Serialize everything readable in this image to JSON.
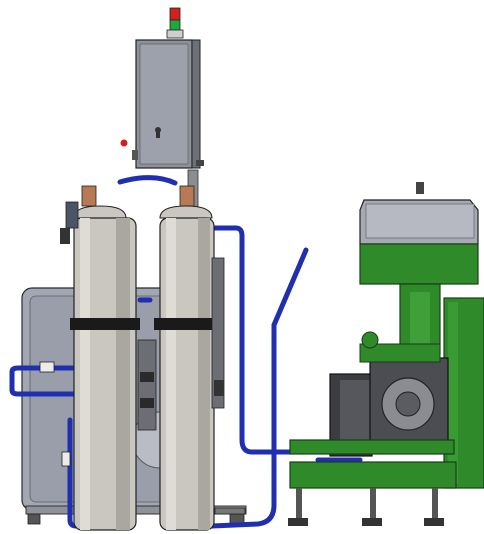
{
  "colors": {
    "background": "#ffffff",
    "enclosure_grey": "#a6aab6",
    "enclosure_dark": "#7e828e",
    "cylinder_light": "#c9c7bf",
    "cylinder_dark": "#9d9b94",
    "band_black": "#1a1a1a",
    "hose_blue": "#1f2fb0",
    "machine_green": "#2f8a2a",
    "machine_green_dark": "#1f5e1c",
    "steel_grey": "#6b6d72",
    "motor_dark": "#3b3d42",
    "signal_red": "#d02020",
    "signal_green": "#1fa83a",
    "outline": "#202020"
  },
  "components": {
    "control_cabinet": "control-cabinet",
    "signal_tower": "signal-tower",
    "gas_cylinder_left": "gas-cylinder",
    "gas_cylinder_right": "gas-cylinder",
    "pump_unit": "pump-unit",
    "motor": "motor",
    "base_frame": "base-frame",
    "hoses": "blue-hoses"
  }
}
